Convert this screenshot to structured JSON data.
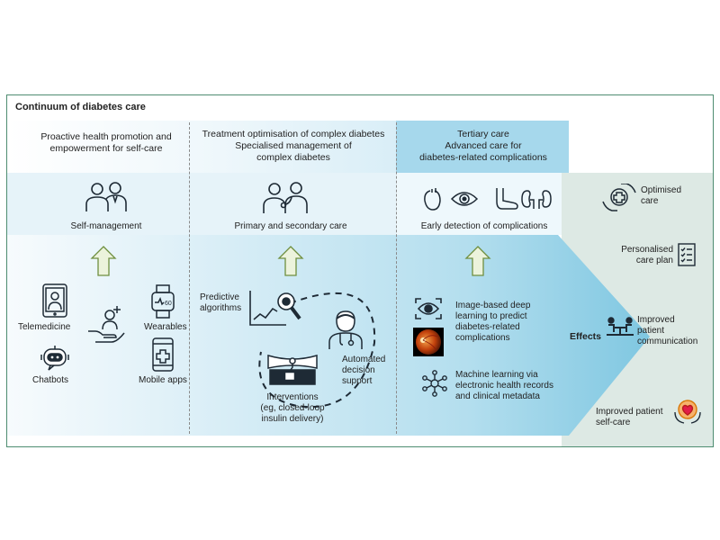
{
  "title": "Continuum of diabetes care",
  "columns": [
    {
      "header": [
        "Proactive health promotion and",
        "empowerment for self-care"
      ],
      "care_label": "Self-management",
      "tools": [
        {
          "label": "Telemedicine",
          "icon": "tablet-doctor-icon"
        },
        {
          "label": "Wearables",
          "icon": "smartwatch-icon"
        },
        {
          "label": "Chatbots",
          "icon": "chatbot-icon"
        },
        {
          "label": "Mobile apps",
          "icon": "mobile-phone-icon"
        }
      ]
    },
    {
      "header": [
        "Treatment optimisation of complex diabetes",
        "Specialised management of",
        "complex diabetes"
      ],
      "care_label": "Primary and secondary care",
      "tools": [
        {
          "label": [
            "Predictive",
            "algorithms"
          ],
          "icon": "chart-magnifier-icon"
        },
        {
          "label": [
            "Automated",
            "decision",
            "support"
          ],
          "icon": "clinician-icon"
        },
        {
          "label": [
            "Interventions",
            "(eg, closed-loop",
            "insulin delivery)"
          ],
          "icon": "insulin-pump-icon"
        }
      ]
    },
    {
      "header": [
        "Tertiary care",
        "Advanced care for",
        "diabetes-related complications"
      ],
      "care_label": "Early detection of complications",
      "tools": [
        {
          "label": [
            "Image-based deep",
            "learning to predict",
            "diabetes-related",
            "complications"
          ],
          "icon": "eye-scan-icon"
        },
        {
          "label": [
            "Machine learning via",
            "electronic health records",
            "and clinical metadata"
          ],
          "icon": "network-icon"
        }
      ]
    }
  ],
  "effects_title": "Effects",
  "effects": [
    {
      "label": [
        "Optimised",
        "care"
      ],
      "icon": "caring-hands-icon"
    },
    {
      "label": [
        "Personalised",
        "care plan"
      ],
      "icon": "checklist-icon"
    },
    {
      "label": [
        "Improved",
        "patient",
        "communication"
      ],
      "icon": "consultation-icon"
    },
    {
      "label": [
        "Improved patient",
        "self-care"
      ],
      "icon": "heart-hands-icon"
    }
  ],
  "colors": {
    "border": "#4e8d71",
    "light_band": "#e9f4fa",
    "header_tertiary": "#a6d8ec",
    "gradient_mid": "#a9d9ea",
    "effects_bg": "#dde9e4",
    "arrow_fill": "#ecf3dc",
    "arrow_stroke": "#6f8f3f",
    "icon_stroke": "#1e2a35",
    "fundus": "#c2410c"
  }
}
